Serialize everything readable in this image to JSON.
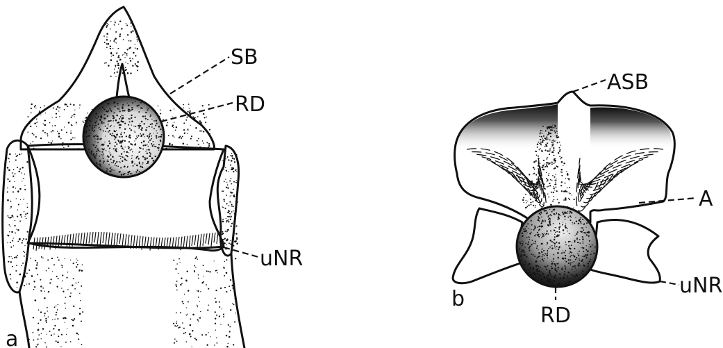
{
  "figure": {
    "panel_a": {
      "letter": "a",
      "labels": {
        "sb": "SB",
        "rd": "RD",
        "unr": "uNR"
      }
    },
    "panel_b": {
      "letter": "b",
      "labels": {
        "asb": "ASB",
        "a": "A",
        "unr": "uNR",
        "rd": "RD"
      }
    }
  },
  "colors": {
    "ink": "#111111",
    "paper": "#ffffff"
  }
}
